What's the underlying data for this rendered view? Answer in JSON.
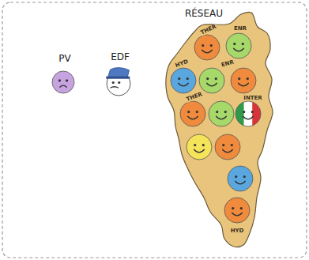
{
  "diagram": {
    "nodes": [
      {
        "text": [
          "PV"
        ]
      },
      {
        "text": [
          "EDF"
        ]
      },
      {
        "text": [
          "RÉSEAU"
        ]
      },
      {
        "text": [
          "THER"
        ],
        "in": 2
      },
      {
        "text": [
          "ENR"
        ],
        "in": 2
      },
      {
        "text": [
          "HYD"
        ],
        "in": 2
      },
      {
        "text": [
          "ENR"
        ],
        "in": 2
      },
      {
        "text": [
          "THER"
        ],
        "in": 2
      },
      {
        "text": [
          "INTER"
        ],
        "in": 2
      },
      {
        "text": [
          "HYD"
        ],
        "in": 2
      }
    ]
  }
}
